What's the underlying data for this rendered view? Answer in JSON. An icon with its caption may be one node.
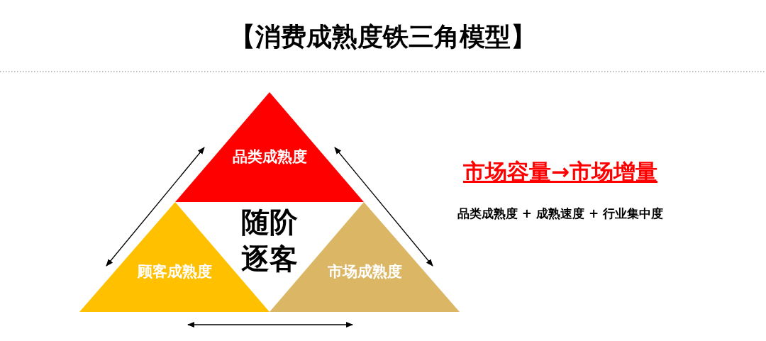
{
  "diagram": {
    "title": "【消费成熟度铁三角模型】",
    "nodes": [
      {
        "text": [
          "品类成熟度"
        ]
      },
      {
        "text": [
          "顾客成熟度"
        ]
      },
      {
        "text": [
          "随阶逐客"
        ]
      },
      {
        "text": [
          "市场成熟度"
        ]
      }
    ],
    "edges": [
      {
        "from": 1,
        "to": 0,
        "arrow": "both"
      },
      {
        "from": 0,
        "to": 3,
        "arrow": "both"
      },
      {
        "from": 1,
        "to": 3,
        "arrow": "both"
      }
    ],
    "labels": [
      "市场容量→市场增量",
      "品类成熟度 + 成熟速度 + 行业集中度"
    ]
  }
}
